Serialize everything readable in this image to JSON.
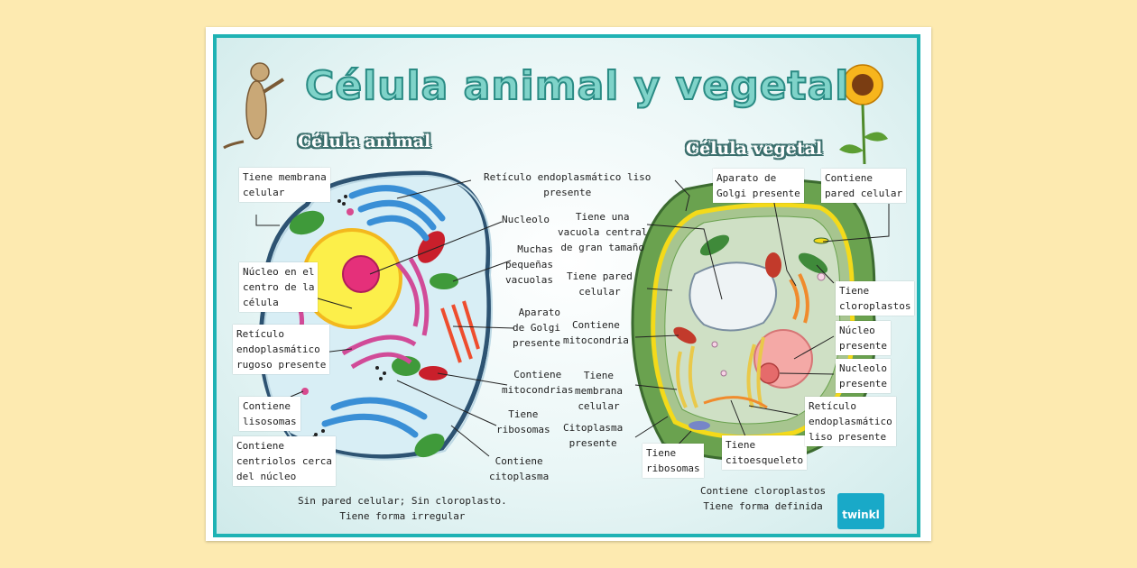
{
  "title": "Célula animal y vegetal",
  "animal": {
    "heading": "Célula animal",
    "labels": {
      "membrana": "Tiene membrana\ncelular",
      "nucleo": "Núcleo en el\ncentro de la\ncélula",
      "rer": "Retículo\nendoplasmático\nrugoso presente",
      "lisosomas": "Contiene\nlisosomas",
      "centriolos": "Contiene\ncentriolos cerca\ndel núcleo",
      "rel": "Retículo endoplasmático liso\npresente",
      "nucleolo": "Nucleolo",
      "vacuolas": "Muchas\npequeñas\nvacuolas",
      "golgi": "Aparato\nde Golgi\npresente",
      "mito": "Contiene\nmitocondrias",
      "ribosomas": "Tiene\nribosomas",
      "citoplasma": "Contiene\ncitoplasma"
    },
    "footer": "Sin pared celular; Sin cloroplasto.\nTiene forma irregular"
  },
  "plant": {
    "heading": "Célula vegetal",
    "labels": {
      "golgi": "Aparato de\nGolgi presente",
      "pared": "Contiene\npared celular",
      "vacuola": "Tiene una\nvacuola central\nde gran tamaño",
      "pared2": "Tiene pared\ncelular",
      "mito": "Contiene\nmitocondria",
      "membrana": "Tiene\nmembrana\ncelular",
      "citoplasma": "Citoplasma\npresente",
      "ribosomas": "Tiene\nribosomas",
      "citoesqueleto": "Tiene\ncitoesqueleto",
      "cloroplastos": "Tiene\ncloroplastos",
      "nucleo": "Núcleo\npresente",
      "nucleolo": "Nucleolo\npresente",
      "rel": "Retículo\nendoplasmático\nliso presente"
    },
    "footer": "Contiene cloroplastos\nTiene forma definida"
  },
  "brand": "twinkl"
}
